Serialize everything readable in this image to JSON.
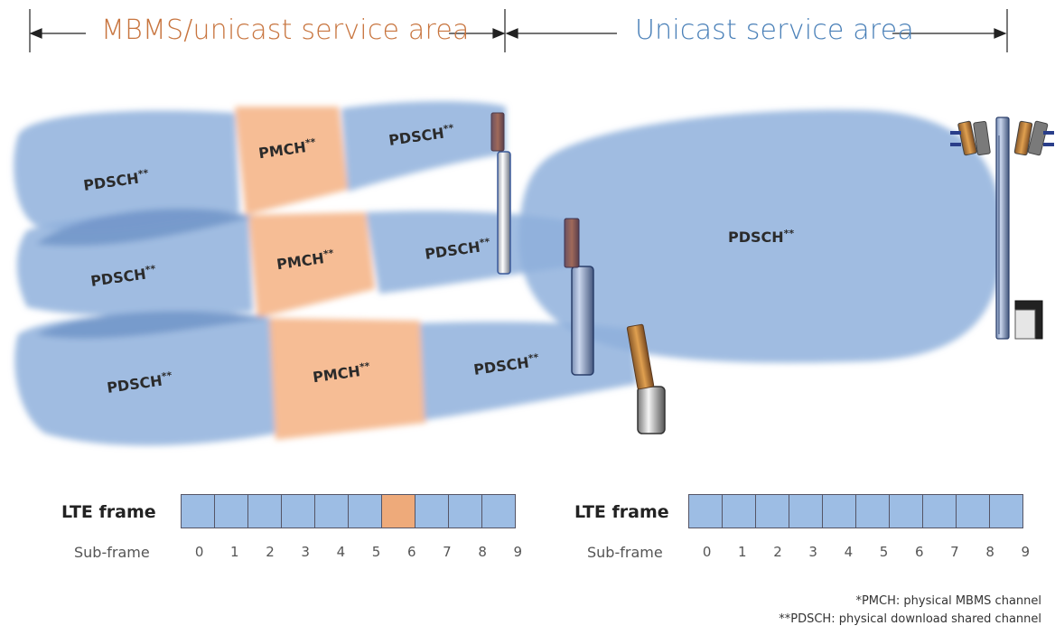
{
  "header": {
    "left_title": "MBMS/unicast service area",
    "right_title": "Unicast service area"
  },
  "colors": {
    "mbms_orange": "#c8753f",
    "unicast_blue": "#4a80b8",
    "pdsch_fill": "#8fb0dc",
    "pmch_fill": "#f5b689",
    "cell_blue": "#9dbde4",
    "cell_orange": "#eeaa7a"
  },
  "diagram": {
    "pdsch_label": "PDSCH",
    "pmch_label": "PMCH",
    "marker": "**"
  },
  "frames": {
    "left": {
      "title": "LTE frame",
      "sub_label": "Sub-frame",
      "subframes": [
        "0",
        "1",
        "2",
        "3",
        "4",
        "5",
        "6",
        "7",
        "8",
        "9"
      ],
      "highlighted_subframe": 6
    },
    "right": {
      "title": "LTE frame",
      "sub_label": "Sub-frame",
      "subframes": [
        "0",
        "1",
        "2",
        "3",
        "4",
        "5",
        "6",
        "7",
        "8",
        "9"
      ]
    }
  },
  "footnotes": {
    "pmch": "*PMCH: physical MBMS channel",
    "pdsch": "**PDSCH: physical download shared channel"
  }
}
